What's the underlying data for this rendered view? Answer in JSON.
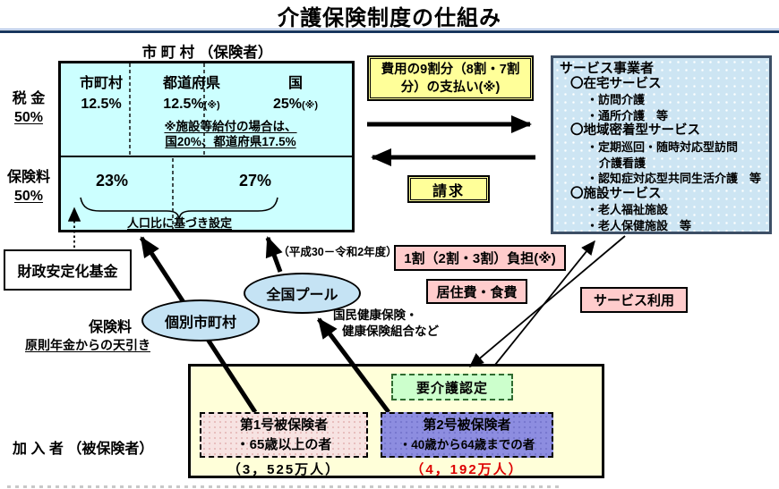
{
  "title": "介護保険制度の仕組み",
  "municipality": {
    "header": "市 町 村 （保険者）",
    "tax_label": "税 金",
    "tax_pct": "50%",
    "premium_label": "保険料",
    "premium_pct": "50%",
    "columns": [
      {
        "name": "市町村",
        "value": "12.5%",
        "note": ""
      },
      {
        "name": "都道府県",
        "value": "12.5%",
        "note": "(※)"
      },
      {
        "name": "国",
        "value": "25%",
        "note": "(※)"
      }
    ],
    "facility_note_1": "※施設等給付の場合は、",
    "facility_note_2": "国20%、都道府県17.5%",
    "premium_share_1": "23%",
    "premium_share_2": "27%",
    "population_note": "人口比に基づき設定"
  },
  "payment_label": "費用の9割分（8割・7割分）の支払い(※)",
  "billing_label": "請求",
  "provider": {
    "title": "サービス事業者",
    "items": [
      "〇在宅サービス",
      "・訪問介護",
      "・通所介護　等",
      "〇地域密着型サービス",
      "・定期巡回・随時対応型訪問",
      "介護看護",
      "・認知症対応型共同生活介護　等",
      "〇施設サービス",
      "・老人福祉施設",
      "・老人保健施設　等"
    ]
  },
  "burden_label": "1割（2割・3割）負担(※)",
  "period_note": "（平成30－令和2年度）",
  "residence_label": "居住費・食費",
  "service_use_label": "サービス利用",
  "fund_label": "財政安定化基金",
  "premium_note_title": "保険料",
  "premium_note_sub": "原則年金からの天引き",
  "individual_municipality_label": "個別市町村",
  "national_pool_label": "全国プール",
  "health_insurance_note_1": "国民健康保険・",
  "health_insurance_note_2": "健康保険組合など",
  "insured": {
    "label": "加 入 者 （被保険者）",
    "certification_label": "要介護認定",
    "no1_title": "第1号被保険者",
    "no1_desc": "・65歳以上の者",
    "no1_count": "（3，525万人）",
    "no2_title": "第2号被保険者",
    "no2_desc": "・40歳から64歳までの者",
    "no2_count": "（4，192万人）"
  },
  "colors": {
    "municipality_box_bg": "#ccffff",
    "provider_box_bg": "#cde5f3",
    "highlight_yellow": "#ffff99",
    "highlight_pink": "#ffcccc",
    "certification_green": "#ccffcc",
    "insured_box_bg": "#ffffd9",
    "no1_box_bg": "#f7e3e2",
    "no2_box_bg": "#8d8de0",
    "ellipse_bg": "#c5e3f4",
    "count2_red": "#dd0000",
    "title_rule_navy": "#17365d"
  }
}
